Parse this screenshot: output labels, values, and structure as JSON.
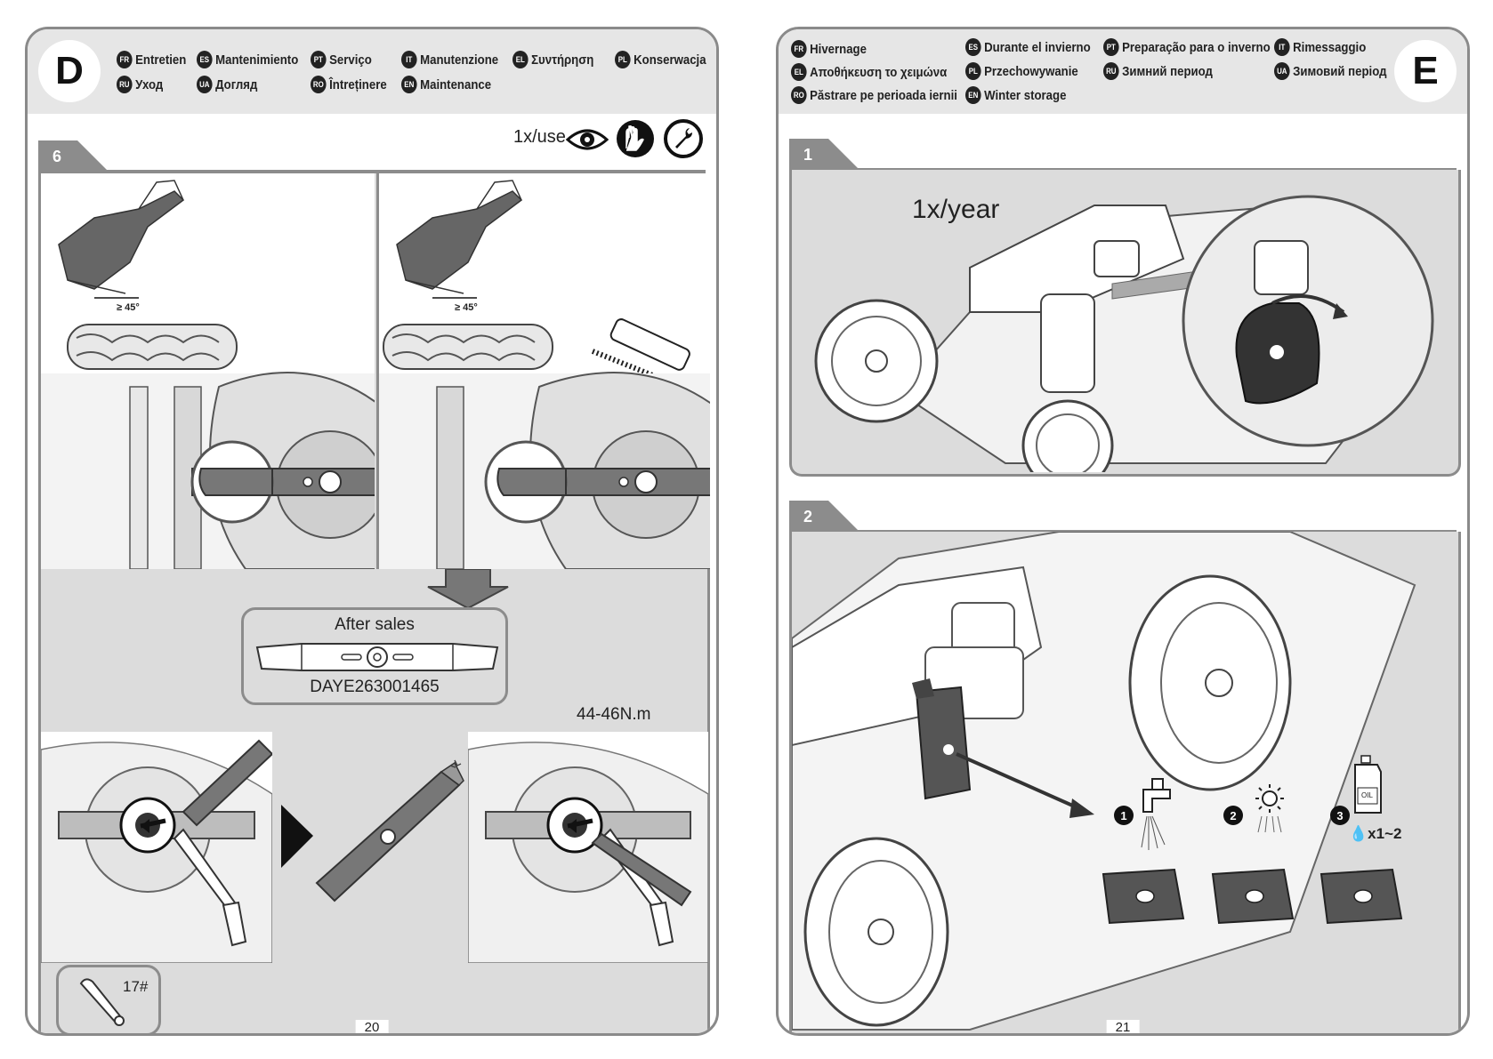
{
  "left_page": {
    "letter": "D",
    "languages": [
      {
        "code": "FR",
        "label": "Entretien"
      },
      {
        "code": "ES",
        "label": "Mantenimiento"
      },
      {
        "code": "PT",
        "label": "Serviço"
      },
      {
        "code": "IT",
        "label": "Manutenzione"
      },
      {
        "code": "EL",
        "label": "Συντήρηση"
      },
      {
        "code": "PL",
        "label": "Konserwacja"
      },
      {
        "code": "RU",
        "label": "Уход"
      },
      {
        "code": "UA",
        "label": "Догляд"
      },
      {
        "code": "RO",
        "label": "Întreținere"
      },
      {
        "code": "EN",
        "label": "Maintenance"
      }
    ],
    "step": "6",
    "frequency": "1x/use",
    "icons": [
      "eye-icon",
      "gloves-icon",
      "wrench-icon"
    ],
    "angle_label_1": "≥ 45°",
    "angle_label_2": "≥ 45°",
    "after_sales_title": "After sales",
    "part_number": "DAYE263001465",
    "torque": "44-46N.m",
    "wrench_size": "17#",
    "page_number": "20"
  },
  "right_page": {
    "letter": "E",
    "languages": [
      {
        "code": "FR",
        "label": "Hivernage"
      },
      {
        "code": "ES",
        "label": "Durante el invierno"
      },
      {
        "code": "PT",
        "label": "Preparação para o inverno"
      },
      {
        "code": "IT",
        "label": "Rimessaggio"
      },
      {
        "code": "EL",
        "label": "Αποθήκευση το χειμώνα"
      },
      {
        "code": "PL",
        "label": "Przechowywanie"
      },
      {
        "code": "RU",
        "label": "Зимний период"
      },
      {
        "code": "UA",
        "label": "Зимовий період"
      },
      {
        "code": "RO",
        "label": "Păstrare pe perioada iernii"
      },
      {
        "code": "EN",
        "label": "Winter storage"
      }
    ],
    "step1": "1",
    "step1_frequency": "1x/year",
    "step2": "2",
    "sub_steps": [
      "1",
      "2",
      "3"
    ],
    "oil_label": "OIL",
    "oil_amount": "x1~2",
    "page_number": "21"
  }
}
